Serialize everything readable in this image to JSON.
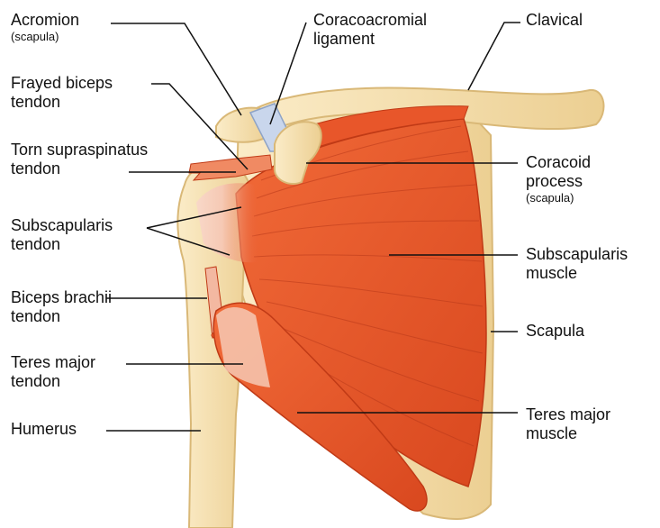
{
  "labels": {
    "acromion": {
      "line1": "Acromion",
      "sub": "(scapula)"
    },
    "coracoacromial": {
      "line1": "Coracoacromial",
      "line2": "ligament"
    },
    "clavical": {
      "line1": "Clavical"
    },
    "frayed_biceps": {
      "line1": "Frayed biceps",
      "line2": "tendon"
    },
    "torn_supraspinatus": {
      "line1": "Torn supraspinatus",
      "line2": "tendon"
    },
    "coracoid": {
      "line1": "Coracoid",
      "line2": "process",
      "sub": "(scapula)"
    },
    "subscap_tendon": {
      "line1": "Subscapularis",
      "line2": "tendon"
    },
    "subscap_muscle": {
      "line1": "Subscapularis",
      "line2": "muscle"
    },
    "biceps_brachii": {
      "line1": "Biceps brachii",
      "line2": "tendon"
    },
    "scapula": {
      "line1": "Scapula"
    },
    "teres_tendon": {
      "line1": "Teres major",
      "line2": "tendon"
    },
    "humerus": {
      "line1": "Humerus"
    },
    "teres_muscle": {
      "line1": "Teres major",
      "line2": "muscle"
    }
  },
  "colors": {
    "bone": "#f4dfae",
    "bone_edge": "#d9b877",
    "muscle": "#e8562a",
    "muscle_dark": "#c03a16",
    "tendon": "#f6c9b4",
    "ligament": "#c9d6ec",
    "leader": "#111111"
  }
}
